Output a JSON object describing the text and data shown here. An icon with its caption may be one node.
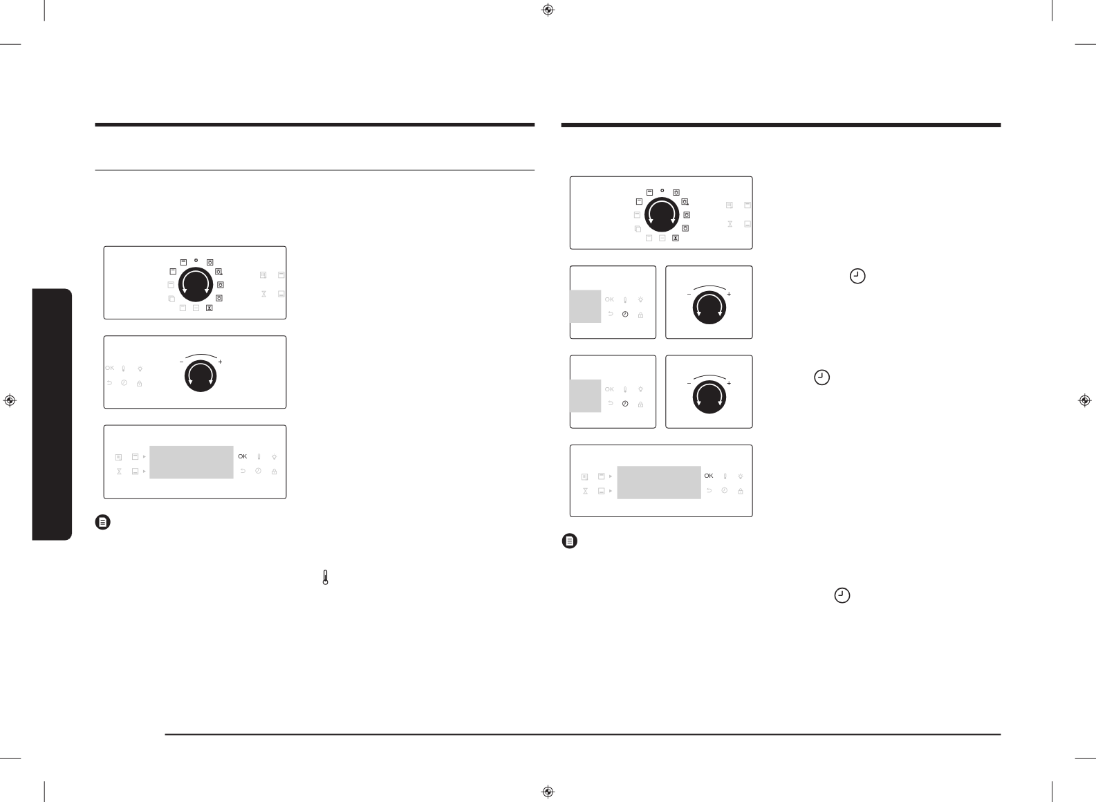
{
  "diagram": {
    "nodes": [
      {
        "text": [],
        "shape": "bar"
      },
      {
        "text": [],
        "shape": "box"
      },
      {
        "text": [
          "OK",
          "−",
          "+"
        ]
      },
      {
        "text": [
          "OK"
        ]
      },
      {
        "text": [],
        "shape": "box",
        "in": 3
      },
      {
        "text": [],
        "shape": "box"
      },
      {
        "text": [
          "OK"
        ]
      },
      {
        "text": [],
        "shape": "box",
        "in": 6
      },
      {
        "text": [
          "−",
          "+"
        ]
      },
      {
        "text": [
          "OK"
        ]
      },
      {
        "text": [],
        "shape": "box",
        "in": 9
      },
      {
        "text": [
          "−",
          "+"
        ]
      },
      {
        "text": [
          "OK"
        ]
      },
      {
        "text": [],
        "shape": "box",
        "in": 12
      }
    ]
  }
}
